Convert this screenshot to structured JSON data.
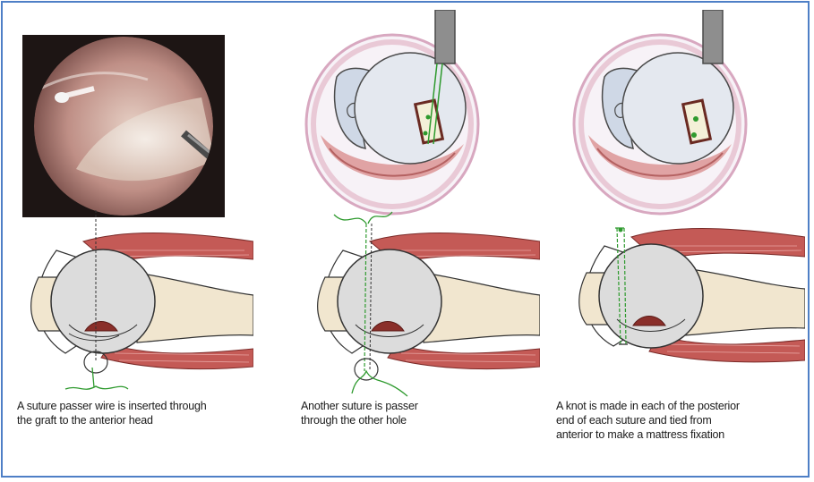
{
  "panels": [
    {
      "caption_lines": [
        "A suture passer wire is inserted through",
        "the graft to the anterior head"
      ]
    },
    {
      "caption_lines": [
        "Another suture is passer",
        "through the other hole"
      ]
    },
    {
      "caption_lines": [
        "A knot is made in each of the posterior",
        "end of each suture and tied from",
        "anterior to make a mattress fixation"
      ]
    }
  ],
  "colors": {
    "frame_border": "#4e7fc6",
    "suture_green": "#2e9a2e",
    "muscle_red": "#c45a56",
    "bone_cream": "#f1e6cf",
    "cartilage_gray": "#dcdcdc"
  }
}
